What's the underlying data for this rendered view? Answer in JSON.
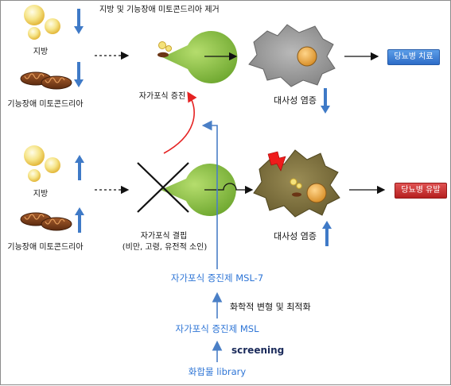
{
  "top": {
    "note": "지방 및 기능장애 미토콘드리아 제거",
    "fat_label": "지방",
    "mito_label": "기능장애 미토콘드리아",
    "autophagy_label": "자가포식 증진",
    "inflammation_label": "대사성 염증",
    "outcome_label": "당뇨병 치료"
  },
  "bottom": {
    "fat_label": "지방",
    "mito_label": "기능장애 미토콘드리아",
    "autophagy_label": "자가포식 결핍",
    "autophagy_causes": "(비만, 고령, 유전적 소인)",
    "inflammation_label": "대사성 염증",
    "outcome_label": "당뇨병 유발"
  },
  "pipeline": {
    "compound_library": "화합물 library",
    "screening": "screening",
    "inducer_msl": "자가포식 증진제 MSL",
    "optimization": "화학적 변형 및 최적화",
    "inducer_msl7": "자가포식 증진제 MSL-7"
  },
  "colors": {
    "arrow_blue": "#3f7ac7",
    "text_blue": "#2e75d6",
    "red_arrow": "#e52222",
    "pacman_green": "#8cc53f",
    "treat_badge": "#2d6cc7",
    "induce_badge": "#c42424"
  }
}
